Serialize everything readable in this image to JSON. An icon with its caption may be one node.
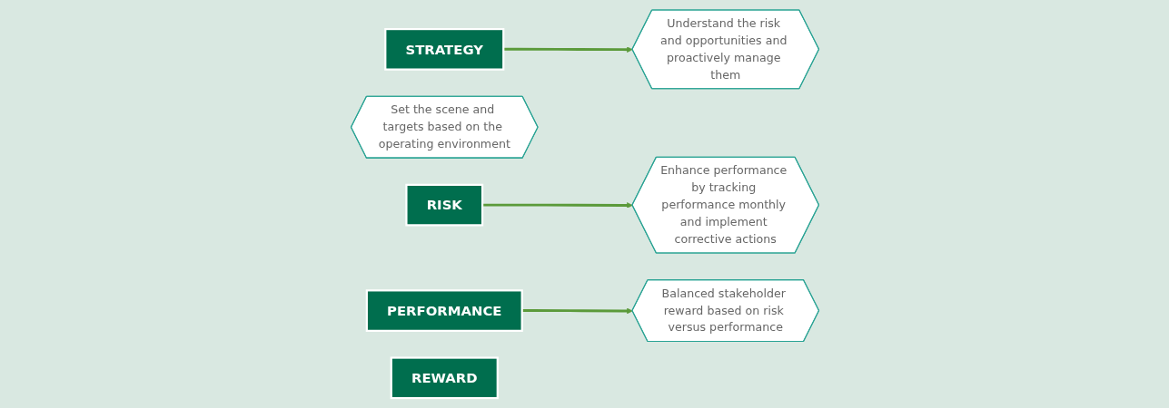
{
  "diagram": {
    "nodes": [
      {
        "text": [
          "STRATEGY"
        ]
      },
      {
        "text": [
          "Set the scene and targets based on the operating environment"
        ]
      },
      {
        "text": [
          "RISK"
        ]
      },
      {
        "text": [
          "Understand the risk and opportunities and proactively manage them"
        ]
      },
      {
        "text": [
          "PERFORMANCE"
        ]
      },
      {
        "text": [
          "Enhance performance by tracking performance monthly and implement corrective actions"
        ]
      },
      {
        "text": [
          "REWARD"
        ]
      },
      {
        "text": [
          "Balanced stakeholder reward based on risk versus performance"
        ]
      }
    ],
    "edges": [
      {
        "from": 0,
        "to": 3,
        "arrow": "to"
      },
      {
        "from": 2,
        "to": 5,
        "arrow": "to"
      },
      {
        "from": 4,
        "to": 7,
        "arrow": "to"
      }
    ]
  }
}
